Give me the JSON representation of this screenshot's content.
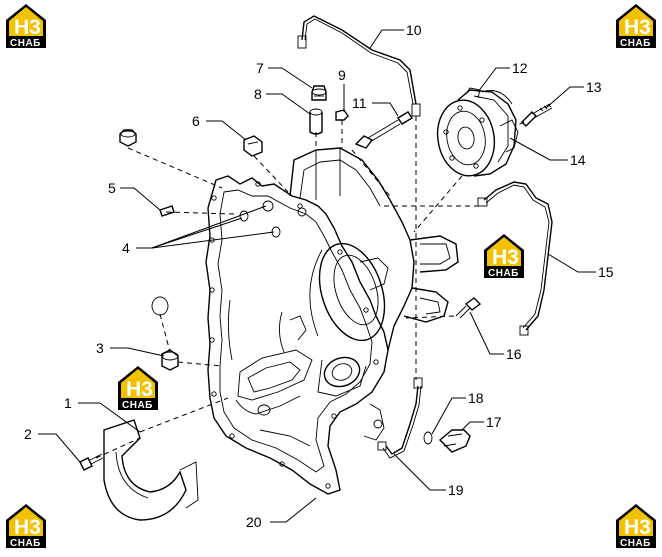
{
  "brand": {
    "mark": "H3",
    "text": "СНАБ",
    "colors": {
      "yellow": "#f2c100",
      "black": "#000000",
      "white": "#ffffff"
    }
  },
  "callouts": [
    {
      "id": "1",
      "label": "1"
    },
    {
      "id": "2",
      "label": "2"
    },
    {
      "id": "3",
      "label": "3"
    },
    {
      "id": "4",
      "label": "4"
    },
    {
      "id": "5",
      "label": "5"
    },
    {
      "id": "6",
      "label": "6"
    },
    {
      "id": "7",
      "label": "7"
    },
    {
      "id": "8",
      "label": "8"
    },
    {
      "id": "9",
      "label": "9"
    },
    {
      "id": "10",
      "label": "10"
    },
    {
      "id": "11",
      "label": "11"
    },
    {
      "id": "12",
      "label": "12"
    },
    {
      "id": "13",
      "label": "13"
    },
    {
      "id": "14",
      "label": "14"
    },
    {
      "id": "15",
      "label": "15"
    },
    {
      "id": "16",
      "label": "16"
    },
    {
      "id": "17",
      "label": "17"
    },
    {
      "id": "18",
      "label": "18"
    },
    {
      "id": "19",
      "label": "19"
    },
    {
      "id": "20",
      "label": "20"
    }
  ]
}
